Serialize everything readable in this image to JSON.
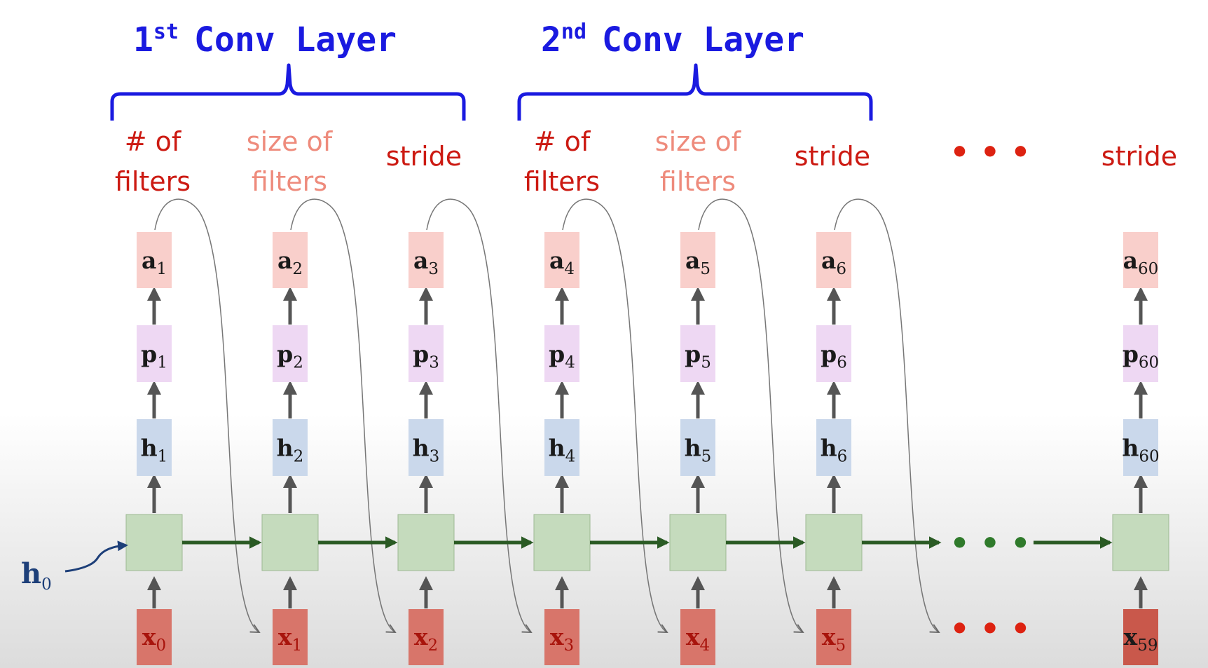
{
  "layers": [
    {
      "ordinal": "1",
      "suffix": "st",
      "text": "Conv Layer"
    },
    {
      "ordinal": "2",
      "suffix": "nd",
      "text": "Conv Layer"
    }
  ],
  "labels": [
    {
      "lines": [
        "# of",
        "filters"
      ],
      "shade": "dark"
    },
    {
      "lines": [
        "size of",
        "filters"
      ],
      "shade": "light"
    },
    {
      "lines": [
        "stride"
      ],
      "shade": "dark"
    },
    {
      "lines": [
        "# of",
        "filters"
      ],
      "shade": "dark"
    },
    {
      "lines": [
        "size of",
        "filters"
      ],
      "shade": "light"
    },
    {
      "lines": [
        "stride"
      ],
      "shade": "dark"
    },
    {
      "lines": [
        "stride"
      ],
      "shade": "dark"
    }
  ],
  "ellipsis": "• • •",
  "columns": [
    {
      "a": "1",
      "p": "1",
      "h": "1",
      "x": "0"
    },
    {
      "a": "2",
      "p": "2",
      "h": "2",
      "x": "1"
    },
    {
      "a": "3",
      "p": "3",
      "h": "3",
      "x": "2"
    },
    {
      "a": "4",
      "p": "4",
      "h": "4",
      "x": "3"
    },
    {
      "a": "5",
      "p": "5",
      "h": "5",
      "x": "4"
    },
    {
      "a": "6",
      "p": "6",
      "h": "6",
      "x": "5"
    },
    {
      "a": "60",
      "p": "60",
      "h": "60",
      "x": "59"
    }
  ],
  "vector_names": {
    "a": "a",
    "p": "p",
    "h": "h",
    "x": "x"
  },
  "h0": {
    "base": "h",
    "sub": "0"
  },
  "colors": {
    "title": "#1a1ae0",
    "label_dark": "#cc1a12",
    "label_light": "#ee8b7c",
    "a_box": "#f9cfcb",
    "p_box": "#eed8f3",
    "h_box": "#cad8eb",
    "cell_box": "#c5dbbd",
    "x_box": "#d8756a",
    "arrow_gray": "#555555",
    "arrow_green": "#2a5a24",
    "h0_color": "#1d3f79"
  }
}
